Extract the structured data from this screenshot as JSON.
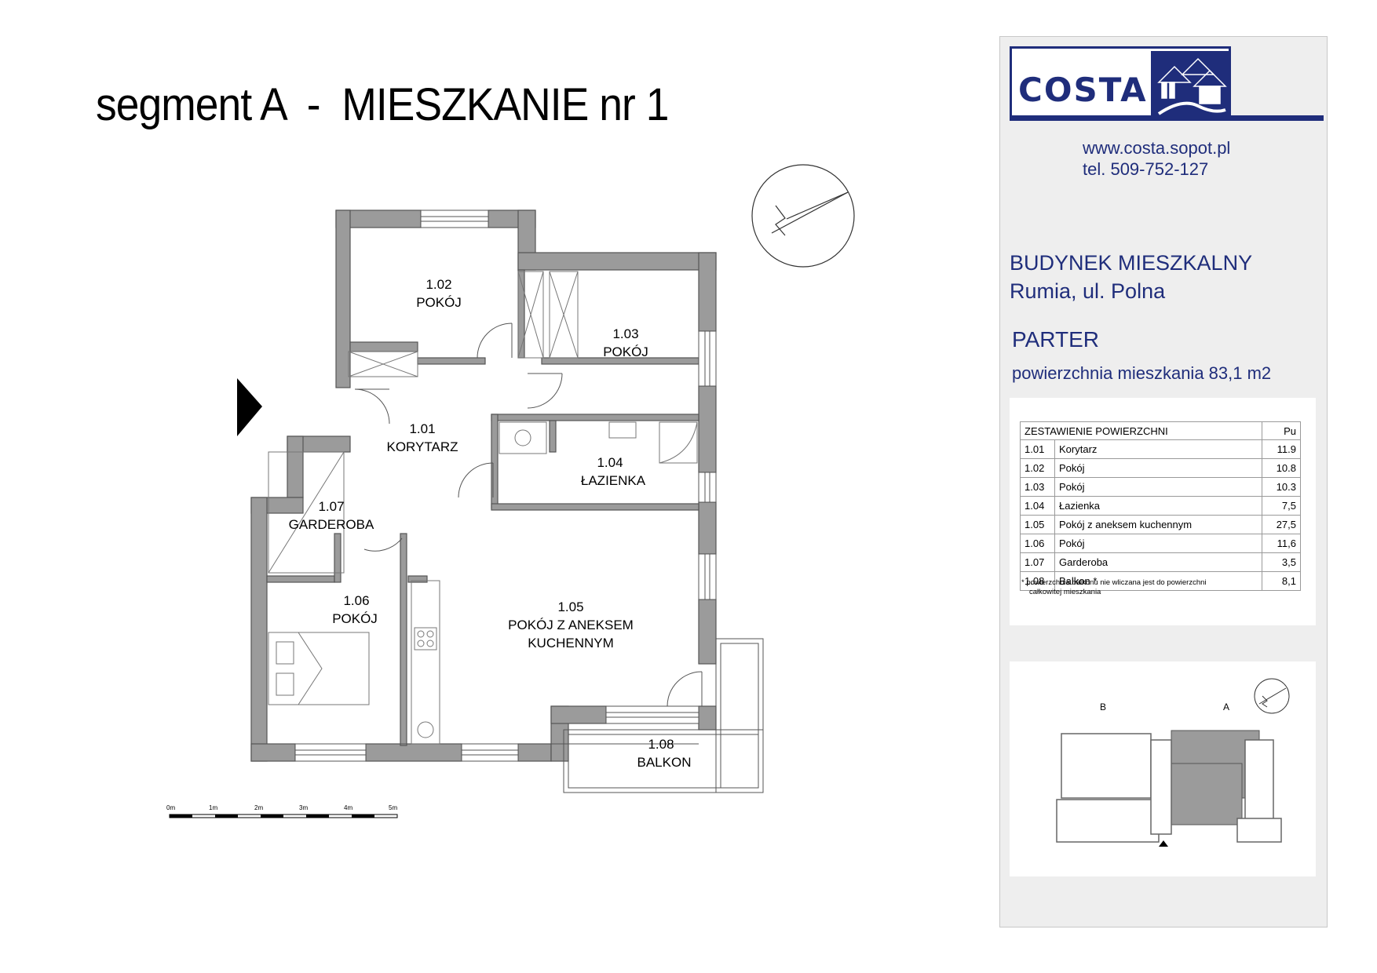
{
  "title": "segment A  -  MIESZKANIE nr 1",
  "rooms": [
    {
      "num": "1.01",
      "name": "KORYTARZ"
    },
    {
      "num": "1.02",
      "name": "POKÓJ"
    },
    {
      "num": "1.03",
      "name": "POKÓJ"
    },
    {
      "num": "1.04",
      "name": "ŁAZIENKA"
    },
    {
      "num": "1.05",
      "name": "POKÓJ Z ANEKSEM",
      "name2": "KUCHENNYM"
    },
    {
      "num": "1.06",
      "name": "POKÓJ"
    },
    {
      "num": "1.07",
      "name": "GARDEROBA"
    },
    {
      "num": "1.08",
      "name": "BALKON"
    }
  ],
  "scale": {
    "ticks": [
      "0m",
      "1m",
      "2m",
      "3m",
      "4m",
      "5m"
    ]
  },
  "company": {
    "logo_text": "COSTA",
    "website": "www.costa.sopot.pl",
    "phone": "tel. 509-752-127"
  },
  "building": {
    "type": "BUDYNEK MIESZKALNY",
    "address": "Rumia, ul. Polna"
  },
  "floor": "PARTER",
  "area_text": "powierzchnia mieszkania 83,1 m2",
  "area_table": {
    "header": "ZESTAWIENIE POWIERZCHNI",
    "unit_header": "Pu",
    "rows": [
      {
        "num": "1.01",
        "name": "Korytarz",
        "value": "11.9"
      },
      {
        "num": "1.02",
        "name": "Pokój",
        "value": "10.8"
      },
      {
        "num": "1.03",
        "name": "Pokój",
        "value": "10.3"
      },
      {
        "num": "1.04",
        "name": "Łazienka",
        "value": "7,5"
      },
      {
        "num": "1.05",
        "name": "Pokój  z aneksem kuchennym",
        "value": "27,5"
      },
      {
        "num": "1.06",
        "name": "Pokój",
        "value": "11,6"
      },
      {
        "num": "1.07",
        "name": "Garderoba",
        "value": "3,5"
      },
      {
        "num": "1.08",
        "name": "Balkon *",
        "value": "8,1"
      }
    ],
    "footnote_line1": "* powierzchnia balkonu nie wliczana jest do powierzchni",
    "footnote_line2": "całkowitej mieszkania"
  },
  "key_plan": {
    "label_b": "B",
    "label_a": "A"
  },
  "colors": {
    "brand": "#1f2d7b",
    "wall": "#9b9b9b"
  }
}
